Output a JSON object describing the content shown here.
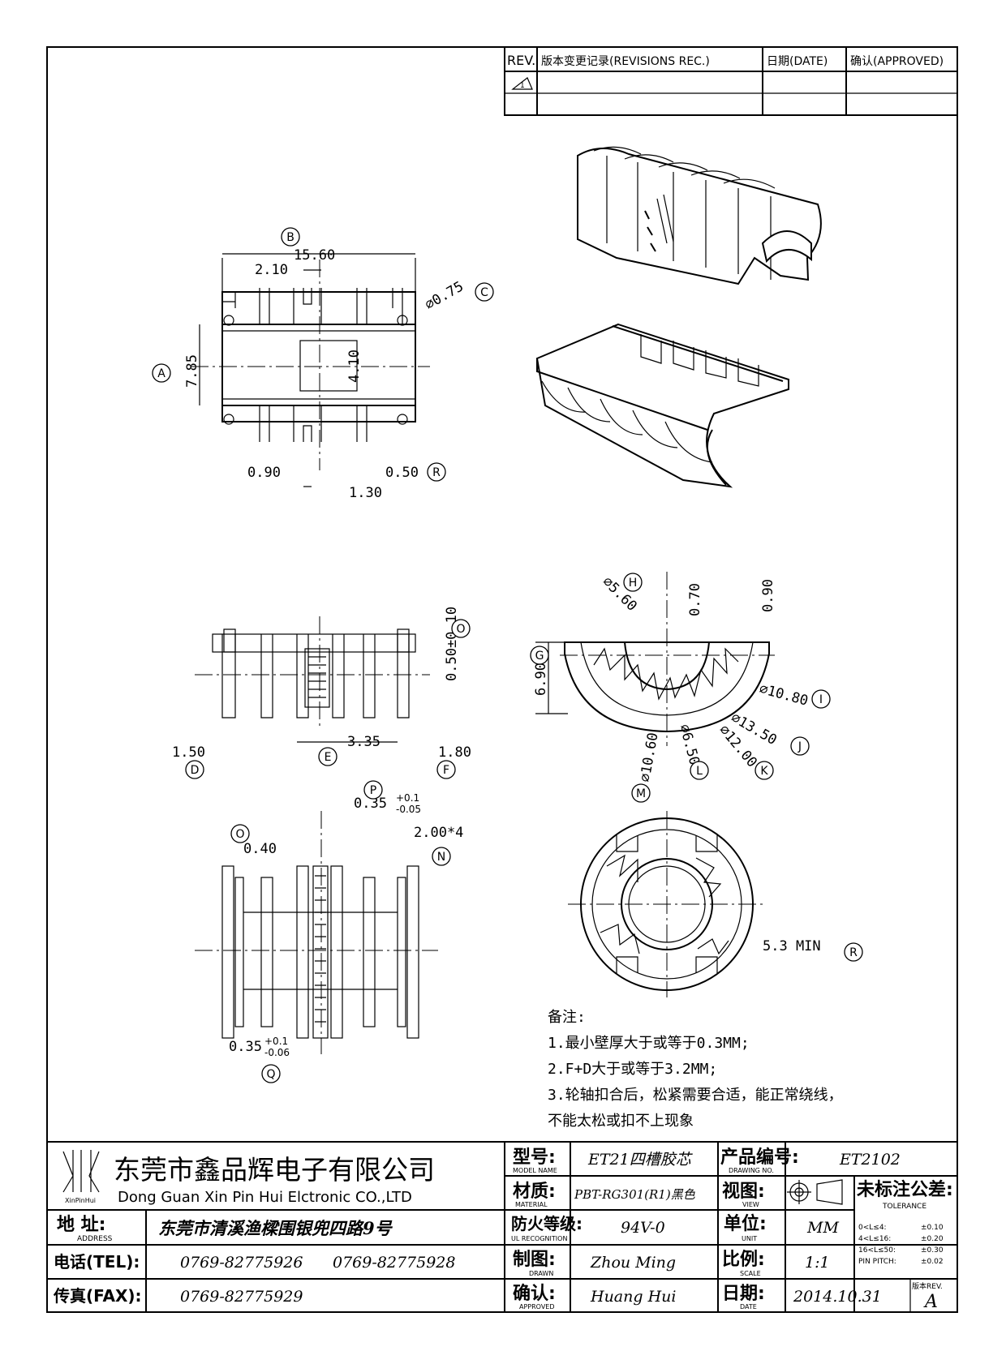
{
  "revision_table": {
    "headers": [
      "REV.",
      "版本变更记录(REVISIONS REC.)",
      "日期(DATE)",
      "确认(APPROVED)"
    ],
    "rev_symbol": "1"
  },
  "dimensions": {
    "b_width": "15.60",
    "slot_2_10": "2.10",
    "pin_dia": "⌀0.75",
    "height_7_85": "7.85",
    "window_4_10": "4.10",
    "d_0_90": "0.90",
    "d_0_50": "0.50",
    "d_1_30": "1.30",
    "flange_0_50": "0.50±0.10",
    "d_1_50": "1.50",
    "d_3_35": "3.35",
    "d_1_80": "1.80",
    "sec_5_60": "⌀5.60",
    "sec_0_70": "0.70",
    "sec_0_90": "0.90",
    "sec_6_90": "6.90",
    "sec_10_80": "⌀10.80",
    "sec_13_50": "⌀13.50",
    "sec_12_00": "⌀12.00",
    "sec_6_50": "⌀6.50",
    "sec_10_60": "⌀10.60",
    "p_0_35": "0.35",
    "p_tol_up": "+0.1",
    "p_tol_dn": "-0.05",
    "o_0_40": "0.40",
    "n_2_00x4": "2.00*4",
    "q_0_35": "0.35",
    "q_tol_up": "+0.1",
    "q_tol_dn": "-0.06",
    "r_5_3_min": "5.3 MIN"
  },
  "balloons": {
    "A": "A",
    "B": "B",
    "C": "C",
    "D": "D",
    "E": "E",
    "F": "F",
    "G": "G",
    "H": "H",
    "I": "I",
    "J": "J",
    "K": "K",
    "L": "L",
    "M": "M",
    "N": "N",
    "O": "O",
    "P": "P",
    "Q": "Q",
    "R": "R"
  },
  "notes": {
    "title": "备注:",
    "items": [
      "1.最小壁厚大于或等于0.3MM;",
      "2.F+D大于或等于3.2MM;",
      "3.轮轴扣合后，松紧需要合适，能正常绕线，",
      "不能太松或扣不上现象"
    ]
  },
  "title_block": {
    "company_cn": "东莞市鑫品辉电子有限公司",
    "company_en": "Dong Guan Xin Pin Hui Elctronic CO.,LTD",
    "logo_text": "XinPinHui",
    "address_label": "地  址:",
    "address_label_en": "ADDRESS",
    "address": "东莞市清溪渔樑围银兜四路9号",
    "tel_label": "电话(TEL):",
    "tel1": "0769-82775926",
    "tel2": "0769-82775928",
    "fax_label": "传真(FAX):",
    "fax": "0769-82775929",
    "model_label": "型号:",
    "model_label_en": "MODEL NAME",
    "model": "ET21四槽胶芯",
    "drawing_no_label": "产品编号:",
    "drawing_no_label_en": "DRAWING NO.",
    "drawing_no": "ET2102",
    "material_label": "材质:",
    "material_label_en": "MATERIAL",
    "material": "PBT-RG301(R1)黑色",
    "view_label": "视图:",
    "view_label_en": "VIEW",
    "tolerance_label": "未标注公差:",
    "tolerance_label_en": "TOLERANCE",
    "ul_label": "防火等级:",
    "ul_label_en": "UL RECOGNITION",
    "ul": "94V-0",
    "unit_label": "单位:",
    "unit_label_en": "UNIT",
    "unit": "MM",
    "drawn_label": "制图:",
    "drawn_label_en": "DRAWN",
    "drawn": "Zhou Ming",
    "scale_label": "比例:",
    "scale_label_en": "SCALE",
    "scale": "1:1",
    "approved_label": "确认:",
    "approved_label_en": "APPROVED",
    "approved": "Huang Hui",
    "date_label": "日期:",
    "date_label_en": "DATE",
    "date": "2014.10.31",
    "rev_label": "版本REV.",
    "rev": "A",
    "tolerances": [
      {
        "range": "0<L≤4:",
        "value": "±0.10"
      },
      {
        "range": "4<L≤16:",
        "value": "±0.20"
      },
      {
        "range": "16<L≤50:",
        "value": "±0.30"
      },
      {
        "range": "PIN PITCH:",
        "value": "±0.02"
      }
    ]
  }
}
